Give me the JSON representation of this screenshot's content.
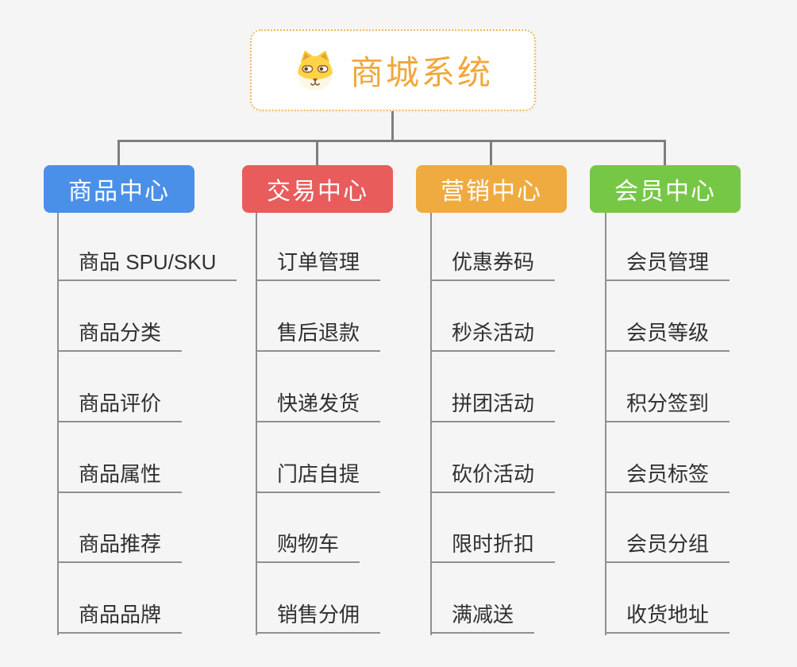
{
  "root": {
    "title": "商城系统",
    "icon": "dog-face-icon",
    "title_color": "#f0a83c"
  },
  "connector_color": "#7e7e7e",
  "branches": [
    {
      "id": "product-center",
      "label": "商品中心",
      "color": "#4b90e8",
      "children": [
        "商品 SPU/SKU",
        "商品分类",
        "商品评价",
        "商品属性",
        "商品推荐",
        "商品品牌"
      ]
    },
    {
      "id": "trade-center",
      "label": "交易中心",
      "color": "#e85c5c",
      "children": [
        "订单管理",
        "售后退款",
        "快递发货",
        "门店自提",
        "购物车",
        "销售分佣"
      ]
    },
    {
      "id": "marketing-center",
      "label": "营销中心",
      "color": "#efab40",
      "children": [
        "优惠券码",
        "秒杀活动",
        "拼团活动",
        "砍价活动",
        "限时折扣",
        "满减送"
      ]
    },
    {
      "id": "member-center",
      "label": "会员中心",
      "color": "#77c747",
      "children": [
        "会员管理",
        "会员等级",
        "积分签到",
        "会员标签",
        "会员分组",
        "收货地址"
      ]
    }
  ]
}
